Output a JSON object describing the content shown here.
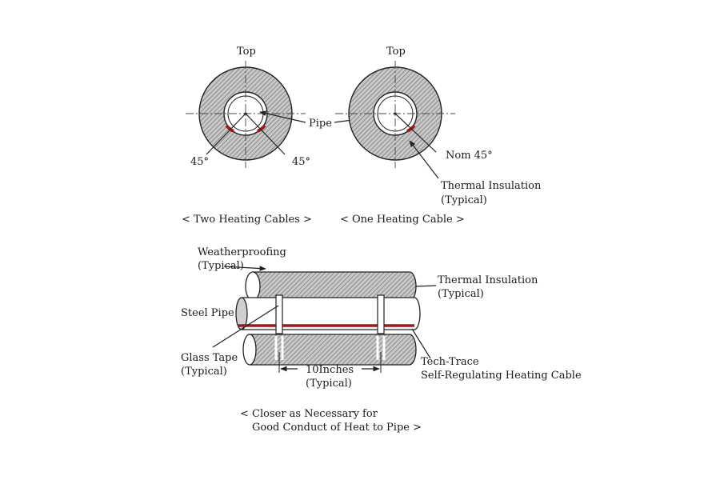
{
  "colors": {
    "heating_cable": "#a01818",
    "hatch": "#555555",
    "line": "#222222"
  },
  "cross_sections": {
    "left": {
      "top_label": "Top",
      "angle_left": "45°",
      "angle_right": "45°",
      "caption": "< Two Heating Cables >"
    },
    "right": {
      "top_label": "Top",
      "angle_label": "Nom 45°",
      "insulation_line1": "Thermal Insulation",
      "insulation_line2": "(Typical)",
      "caption": "< One Heating Cable >"
    },
    "pipe_label": "Pipe"
  },
  "side_view": {
    "weatherproofing_line1": "Weatherproofing",
    "weatherproofing_line2": "(Typical)",
    "insulation_line1": "Thermal Insulation",
    "insulation_line2": "(Typical)",
    "steel_pipe": "Steel Pipe",
    "glass_tape_line1": "Glass Tape",
    "glass_tape_line2": "(Typical)",
    "spacing_line1": "10Inches",
    "spacing_line2": "(Typical)",
    "cable_line1": "Tech-Trace",
    "cable_line2": "Self-Regulating Heating Cable",
    "note_line1": "< Closer as Necessary for",
    "note_line2": "Good Conduct of Heat to Pipe >"
  }
}
